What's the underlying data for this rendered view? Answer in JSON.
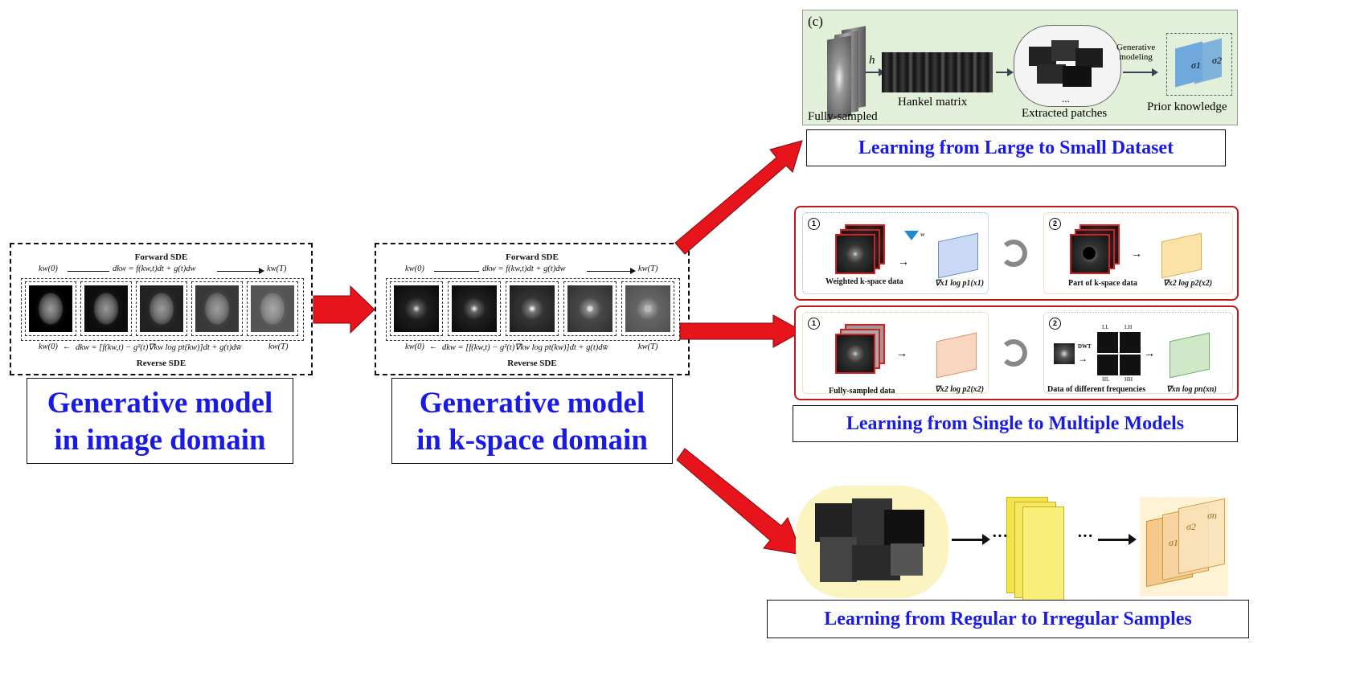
{
  "image_sde": {
    "forward_title": "Forward SDE",
    "reverse_title": "Reverse SDE",
    "forward_left": "kw(0)",
    "forward_eq": "dkw = f(kw,t)dt + g(t)dw",
    "forward_right": "kw(T)",
    "reverse_left": "kw(0)",
    "reverse_eq": "dkw = [f(kw,t) − g²(t)∇kw log pt(kw)]dt + g(t)dw̄",
    "reverse_right": "kw(T)"
  },
  "kspace_sde": {
    "forward_title": "Forward SDE",
    "reverse_title": "Reverse SDE",
    "forward_left": "kw(0)",
    "forward_eq": "dkw = f(kw,t)dt + g(t)dw",
    "forward_right": "kw(T)",
    "reverse_left": "kw(0)",
    "reverse_eq": "dkw = [f(kw,t) − g²(t)∇kw log pt(kw)]dt + g(t)dw̄",
    "reverse_right": "kw(T)"
  },
  "labels": {
    "image_domain_line1": "Generative model",
    "image_domain_line2": "in image domain",
    "kspace_domain_line1": "Generative model",
    "kspace_domain_line2": "in k-space domain",
    "large_small": "Learning from Large to Small Dataset",
    "single_multiple": "Learning from Single to Multiple Models",
    "regular_irregular": "Learning from Regular to Irregular Samples"
  },
  "panel_c": {
    "tag": "(c)",
    "fully_sampled": "Fully-sampled",
    "h": "h",
    "hankel": "Hankel matrix",
    "patches_dots": "...",
    "patches": "Extracted patches",
    "gen_modeling_1": "Generative",
    "gen_modeling_2": "modeling",
    "prior": "Prior knowledge",
    "sigma1": "σ1",
    "sigma2": "σ2"
  },
  "panel_weighted": {
    "num1": "1",
    "num2": "2",
    "weighted": "Weighted k-space data",
    "grad1": "∇x1 log p1(x1)",
    "part": "Part of k-space data",
    "grad2": "∇x2 log p2(x2)",
    "w": "w"
  },
  "panel_freq": {
    "num1": "1",
    "num2": "2",
    "fully": "Fully-sampled data",
    "grad2": "∇x2 log p2(x2)",
    "dwt": "DWT",
    "ll": "LL",
    "lh": "LH",
    "hl": "HL",
    "hh": "HH",
    "diff": "Data of different frequencies",
    "gradn": "∇xn log pn(xn)"
  },
  "panel_irregular": {
    "dots1": "···",
    "dots2": "···",
    "sigma1": "σ1",
    "sigma2": "σ2",
    "sigmaN": "σn"
  },
  "colors": {
    "arrow_red": "#e8141c",
    "label_blue": "#1a1ae6",
    "green_bg": "#e2efd9",
    "panel_red": "#c0161c"
  }
}
